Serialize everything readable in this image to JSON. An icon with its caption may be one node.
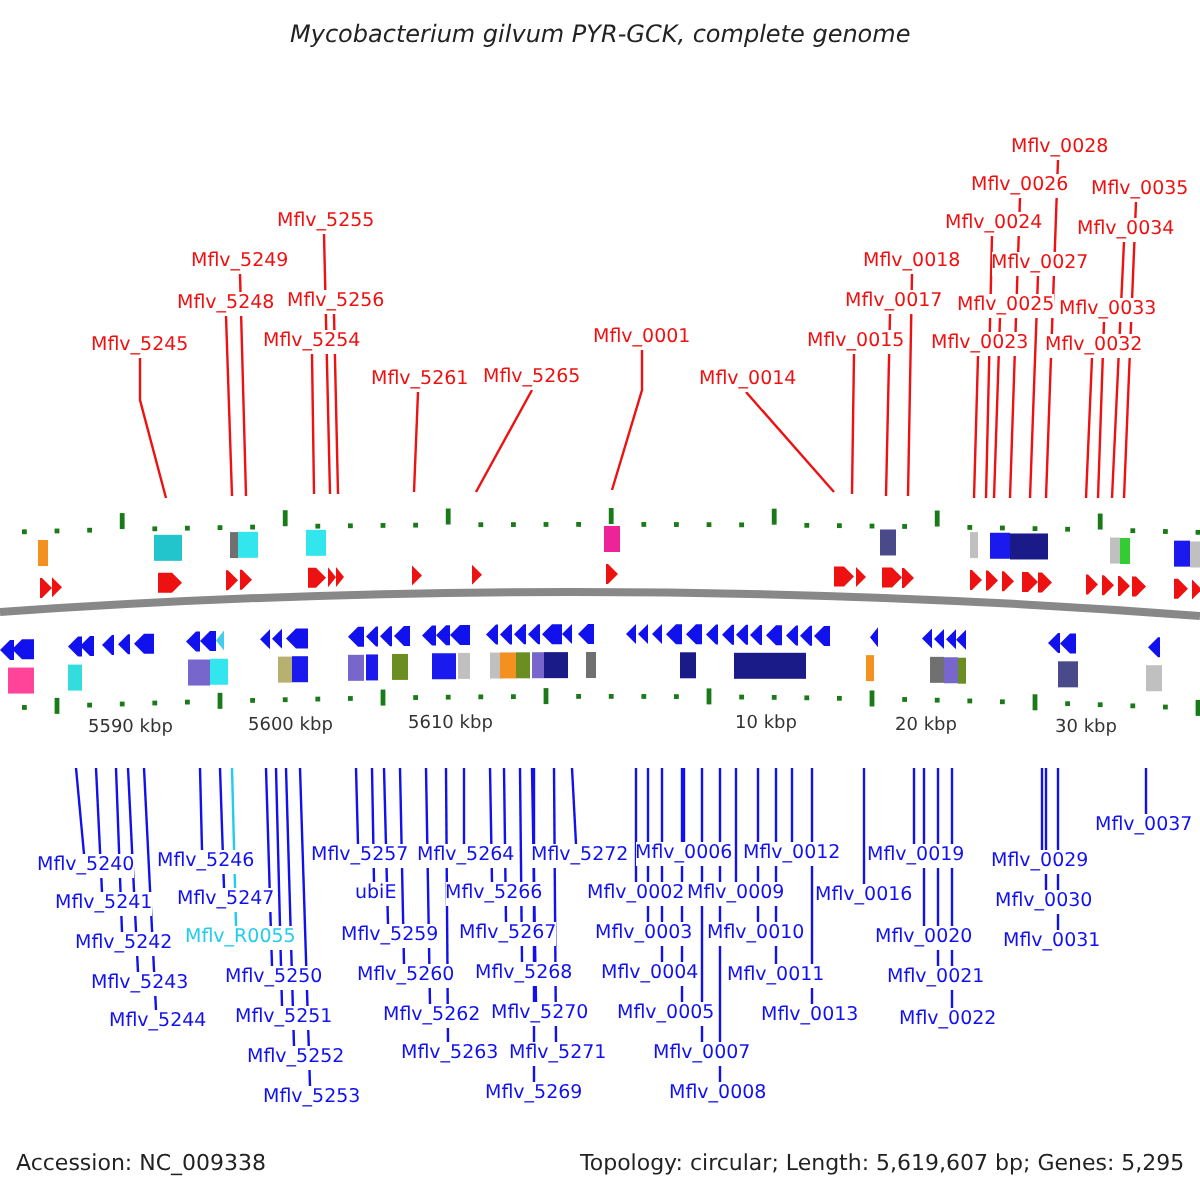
{
  "diagram": {
    "title": "Mycobacterium gilvum PYR-GCK, complete genome",
    "nodes": [
      {
        "text": [
          "Mflv_5245"
        ]
      },
      {
        "text": [
          "Mflv_5248"
        ]
      },
      {
        "text": [
          "Mflv_5249"
        ]
      },
      {
        "text": [
          "Mflv_5254"
        ]
      },
      {
        "text": [
          "Mflv_5255"
        ]
      },
      {
        "text": [
          "Mflv_5256"
        ]
      },
      {
        "text": [
          "Mflv_5261"
        ]
      },
      {
        "text": [
          "Mflv_5265"
        ]
      },
      {
        "text": [
          "Mflv_0001"
        ]
      },
      {
        "text": [
          "Mflv_0014"
        ]
      },
      {
        "text": [
          "Mflv_0015"
        ]
      },
      {
        "text": [
          "Mflv_0017"
        ]
      },
      {
        "text": [
          "Mflv_0018"
        ]
      },
      {
        "text": [
          "Mflv_0023"
        ]
      },
      {
        "text": [
          "Mflv_0024"
        ]
      },
      {
        "text": [
          "Mflv_0025"
        ]
      },
      {
        "text": [
          "Mflv_0026"
        ]
      },
      {
        "text": [
          "Mflv_0027"
        ]
      },
      {
        "text": [
          "Mflv_0028"
        ]
      },
      {
        "text": [
          "Mflv_0032"
        ]
      },
      {
        "text": [
          "Mflv_0033"
        ]
      },
      {
        "text": [
          "Mflv_0034"
        ]
      },
      {
        "text": [
          "Mflv_0035"
        ]
      },
      {
        "text": [
          "Mflv_5240"
        ]
      },
      {
        "text": [
          "Mflv_5241"
        ]
      },
      {
        "text": [
          "Mflv_5242"
        ]
      },
      {
        "text": [
          "Mflv_5243"
        ]
      },
      {
        "text": [
          "Mflv_5244"
        ]
      },
      {
        "text": [
          "Mflv_5246"
        ]
      },
      {
        "text": [
          "Mflv_5247"
        ]
      },
      {
        "text": [
          "Mflv_R0055"
        ]
      },
      {
        "text": [
          "Mflv_5250"
        ]
      },
      {
        "text": [
          "Mflv_5251"
        ]
      },
      {
        "text": [
          "Mflv_5252"
        ]
      },
      {
        "text": [
          "Mflv_5253"
        ]
      },
      {
        "text": [
          "Mflv_5257"
        ]
      },
      {
        "text": [
          "ubiE"
        ]
      },
      {
        "text": [
          "Mflv_5259"
        ]
      },
      {
        "text": [
          "Mflv_5260"
        ]
      },
      {
        "text": [
          "Mflv_5262"
        ]
      },
      {
        "text": [
          "Mflv_5263"
        ]
      },
      {
        "text": [
          "Mflv_5264"
        ]
      },
      {
        "text": [
          "Mflv_5266"
        ]
      },
      {
        "text": [
          "Mflv_5267"
        ]
      },
      {
        "text": [
          "Mflv_5268"
        ]
      },
      {
        "text": [
          "Mflv_5270"
        ]
      },
      {
        "text": [
          "Mflv_5271"
        ]
      },
      {
        "text": [
          "Mflv_5269"
        ]
      },
      {
        "text": [
          "Mflv_5272"
        ]
      },
      {
        "text": [
          "Mflv_0002"
        ]
      },
      {
        "text": [
          "Mflv_0003"
        ]
      },
      {
        "text": [
          "Mflv_0004"
        ]
      },
      {
        "text": [
          "Mflv_0005"
        ]
      },
      {
        "text": [
          "Mflv_0006"
        ]
      },
      {
        "text": [
          "Mflv_0007"
        ]
      },
      {
        "text": [
          "Mflv_0008"
        ]
      },
      {
        "text": [
          "Mflv_0009"
        ]
      },
      {
        "text": [
          "Mflv_0010"
        ]
      },
      {
        "text": [
          "Mflv_0011"
        ]
      },
      {
        "text": [
          "Mflv_0012"
        ]
      },
      {
        "text": [
          "Mflv_0013"
        ]
      },
      {
        "text": [
          "Mflv_0016"
        ]
      },
      {
        "text": [
          "Mflv_0019"
        ]
      },
      {
        "text": [
          "Mflv_0020"
        ]
      },
      {
        "text": [
          "Mflv_0021"
        ]
      },
      {
        "text": [
          "Mflv_0022"
        ]
      },
      {
        "text": [
          "Mflv_0029"
        ]
      },
      {
        "text": [
          "Mflv_0030"
        ]
      },
      {
        "text": [
          "Mflv_0031"
        ]
      },
      {
        "text": [
          "Mflv_0037"
        ]
      }
    ],
    "edges": [
      {
        "from": 0,
        "to": null,
        "arrow": "none",
        "color": "#ee1111"
      },
      {
        "from": 1,
        "to": null,
        "arrow": "none",
        "color": "#ee1111"
      },
      {
        "from": 2,
        "to": null,
        "arrow": "none",
        "color": "#ee1111"
      },
      {
        "from": 3,
        "to": null,
        "arrow": "none",
        "color": "#ee1111"
      },
      {
        "from": 4,
        "to": null,
        "arrow": "none",
        "color": "#ee1111"
      },
      {
        "from": 5,
        "to": null,
        "arrow": "none",
        "color": "#ee1111"
      },
      {
        "from": 6,
        "to": null,
        "arrow": "none",
        "color": "#ee1111"
      },
      {
        "from": 7,
        "to": null,
        "arrow": "none",
        "color": "#ee1111"
      },
      {
        "from": 8,
        "to": null,
        "arrow": "none",
        "color": "#ee1111"
      },
      {
        "from": 9,
        "to": null,
        "arrow": "none",
        "color": "#ee1111"
      },
      {
        "from": 10,
        "to": null,
        "arrow": "none",
        "color": "#ee1111"
      },
      {
        "from": 11,
        "to": null,
        "arrow": "none",
        "color": "#ee1111"
      },
      {
        "from": 12,
        "to": null,
        "arrow": "none",
        "color": "#ee1111"
      },
      {
        "from": 13,
        "to": null,
        "arrow": "none",
        "color": "#ee1111"
      },
      {
        "from": 14,
        "to": null,
        "arrow": "none",
        "color": "#ee1111"
      },
      {
        "from": 15,
        "to": null,
        "arrow": "none",
        "color": "#ee1111"
      },
      {
        "from": 16,
        "to": null,
        "arrow": "none",
        "color": "#ee1111"
      },
      {
        "from": 17,
        "to": null,
        "arrow": "none",
        "color": "#ee1111"
      },
      {
        "from": 18,
        "to": null,
        "arrow": "none",
        "color": "#ee1111"
      },
      {
        "from": 19,
        "to": null,
        "arrow": "none",
        "color": "#ee1111"
      },
      {
        "from": 20,
        "to": null,
        "arrow": "none",
        "color": "#ee1111"
      },
      {
        "from": 21,
        "to": null,
        "arrow": "none",
        "color": "#ee1111"
      },
      {
        "from": 22,
        "to": null,
        "arrow": "none",
        "color": "#ee1111"
      },
      {
        "from": 23,
        "to": null,
        "arrow": "none"
      },
      {
        "from": 24,
        "to": null,
        "arrow": "none"
      },
      {
        "from": 25,
        "to": null,
        "arrow": "none"
      },
      {
        "from": 26,
        "to": null,
        "arrow": "none"
      },
      {
        "from": 27,
        "to": null,
        "arrow": "none"
      },
      {
        "from": 28,
        "to": null,
        "arrow": "none"
      },
      {
        "from": 29,
        "to": null,
        "arrow": "none"
      },
      {
        "from": 30,
        "to": null,
        "arrow": "none",
        "color": "#22ccee"
      },
      {
        "from": 31,
        "to": null,
        "arrow": "none"
      },
      {
        "from": 32,
        "to": null,
        "arrow": "none"
      },
      {
        "from": 33,
        "to": null,
        "arrow": "none"
      },
      {
        "from": 34,
        "to": null,
        "arrow": "none"
      },
      {
        "from": 35,
        "to": null,
        "arrow": "none"
      },
      {
        "from": 36,
        "to": null,
        "arrow": "none"
      },
      {
        "from": 37,
        "to": null,
        "arrow": "none"
      },
      {
        "from": 38,
        "to": null,
        "arrow": "none"
      },
      {
        "from": 39,
        "to": null,
        "arrow": "none"
      },
      {
        "from": 40,
        "to": null,
        "arrow": "none"
      },
      {
        "from": 41,
        "to": null,
        "arrow": "none"
      },
      {
        "from": 42,
        "to": null,
        "arrow": "none"
      },
      {
        "from": 43,
        "to": null,
        "arrow": "none"
      },
      {
        "from": 44,
        "to": null,
        "arrow": "none"
      },
      {
        "from": 45,
        "to": null,
        "arrow": "none"
      },
      {
        "from": 46,
        "to": null,
        "arrow": "none"
      },
      {
        "from": 47,
        "to": null,
        "arrow": "none"
      },
      {
        "from": 48,
        "to": null,
        "arrow": "none"
      },
      {
        "from": 49,
        "to": null,
        "arrow": "none"
      },
      {
        "from": 50,
        "to": null,
        "arrow": "none"
      },
      {
        "from": 51,
        "to": null,
        "arrow": "none"
      },
      {
        "from": 52,
        "to": null,
        "arrow": "none"
      },
      {
        "from": 53,
        "to": null,
        "arrow": "none"
      },
      {
        "from": 54,
        "to": null,
        "arrow": "none"
      },
      {
        "from": 55,
        "to": null,
        "arrow": "none"
      },
      {
        "from": 56,
        "to": null,
        "arrow": "none"
      },
      {
        "from": 57,
        "to": null,
        "arrow": "none"
      },
      {
        "from": 58,
        "to": null,
        "arrow": "none"
      },
      {
        "from": 59,
        "to": null,
        "arrow": "none"
      },
      {
        "from": 60,
        "to": null,
        "arrow": "none"
      },
      {
        "from": 61,
        "to": null,
        "arrow": "none"
      },
      {
        "from": 62,
        "to": null,
        "arrow": "none"
      },
      {
        "from": 63,
        "to": null,
        "arrow": "none"
      },
      {
        "from": 64,
        "to": null,
        "arrow": "none"
      },
      {
        "from": 65,
        "to": null,
        "arrow": "none"
      },
      {
        "from": 66,
        "to": null,
        "arrow": "none"
      },
      {
        "from": 67,
        "to": null,
        "arrow": "none"
      },
      {
        "from": 68,
        "to": null,
        "arrow": "none"
      },
      {
        "from": 69,
        "to": null,
        "arrow": "none"
      }
    ],
    "labels": [
      "5590 kbp",
      "5600 kbp",
      "5610 kbp",
      "10 kbp",
      "20 kbp",
      "30 kbp",
      "Accession: NC_009338",
      "Topology: circular; Length: 5,619,607 bp; Genes: 5,295"
    ]
  }
}
